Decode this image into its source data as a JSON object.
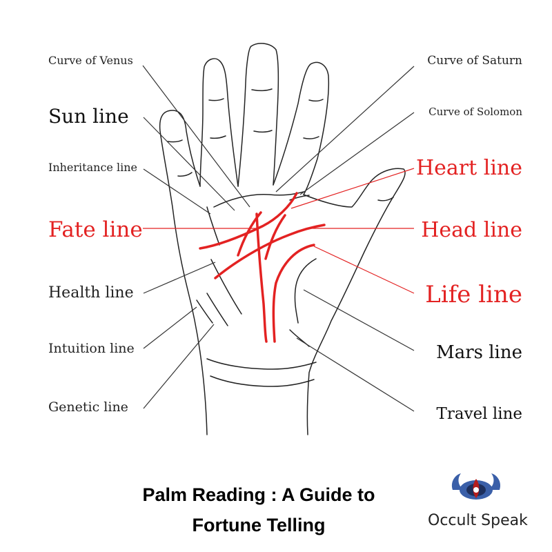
{
  "labels": {
    "curve_of_venus": "Curve of Venus",
    "sun_line": "Sun line",
    "inheritance_line": "Inheritance line",
    "fate_line": "Fate line",
    "health_line": "Health line",
    "intuition_line": "Intuition line",
    "genetic_line": "Genetic line",
    "curve_of_saturn": "Curve of Saturn",
    "curve_of_solomon": "Curve of Solomon",
    "heart_line": "Heart line",
    "head_line": "Head line",
    "life_line": "Life line",
    "mars_line": "Mars line",
    "travel_line": "Travel line"
  },
  "caption": {
    "line1": "Palm Reading : A Guide to",
    "line2": "Fortune Telling"
  },
  "brand": {
    "name": "Occult Speak"
  },
  "colors": {
    "highlight": "#e32222",
    "ink": "#222222",
    "logo_blue": "#3a5fa8",
    "logo_red": "#b51d1d"
  }
}
